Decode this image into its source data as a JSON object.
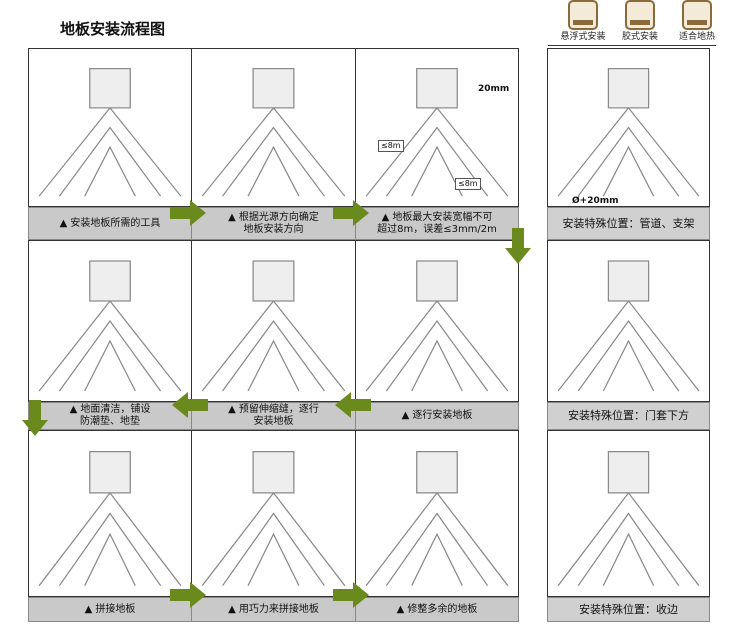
{
  "title": "地板安装流程图",
  "install_types": [
    {
      "label": "悬浮式安装",
      "icon": "floating-install-icon"
    },
    {
      "label": "胶式安装",
      "icon": "glue-install-icon"
    },
    {
      "label": "适合地热",
      "icon": "floor-heating-icon"
    }
  ],
  "steps": [
    {
      "caption": "▲ 安装地板所需的工具"
    },
    {
      "caption": "▲ 根据光源方向确定\n地板安装方向"
    },
    {
      "caption": "▲ 地板最大安装宽幅不可\n超过8m，误差≤3mm/2m"
    },
    {
      "caption": "▲ 逐行安装地板"
    },
    {
      "caption": "▲ 预留伸缩缝，逐行\n安装地板"
    },
    {
      "caption": "▲ 地面清洁，铺设\n防潮垫、地垫"
    },
    {
      "caption": "▲ 拼接地板"
    },
    {
      "caption": "▲ 用巧力来拼接地板"
    },
    {
      "caption": "▲ 修整多余的地板"
    }
  ],
  "special": [
    {
      "caption": "安装特殊位置：管道、支架"
    },
    {
      "caption": "安装特殊位置：门套下方"
    },
    {
      "caption": "安装特殊位置：收边"
    }
  ],
  "illustration_labels": {
    "gap": "20mm",
    "pipe_gap": "Ø+20mm",
    "width": "≤8m"
  },
  "colors": {
    "arrow": "#6b8a1e",
    "caption_bg": "#c9c9c9"
  }
}
